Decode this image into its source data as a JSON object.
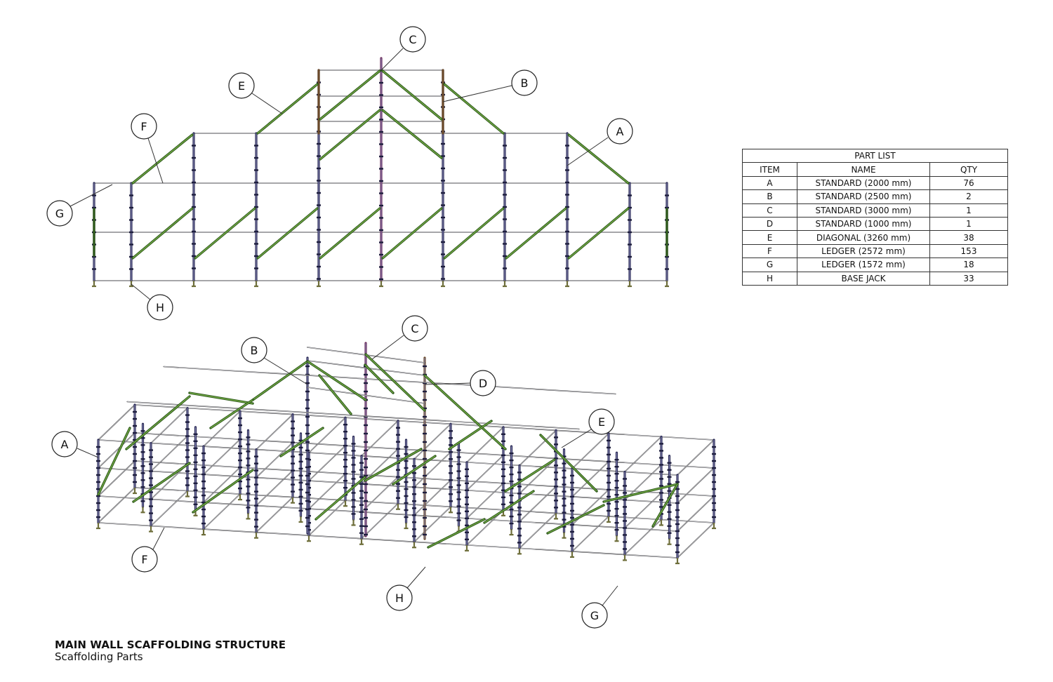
{
  "part_list": {
    "title": "PART LIST",
    "headers": [
      "ITEM",
      "NAME",
      "QTY"
    ],
    "rows": [
      {
        "item": "A",
        "name": "STANDARD (2000 mm)",
        "qty": "76"
      },
      {
        "item": "B",
        "name": "STANDARD (2500 mm)",
        "qty": "2"
      },
      {
        "item": "C",
        "name": "STANDARD (3000 mm)",
        "qty": "1"
      },
      {
        "item": "D",
        "name": "STANDARD (1000 mm)",
        "qty": "1"
      },
      {
        "item": "E",
        "name": "DIAGONAL (3260 mm)",
        "qty": "38"
      },
      {
        "item": "F",
        "name": "LEDGER (2572 mm)",
        "qty": "153"
      },
      {
        "item": "G",
        "name": "LEDGER (1572 mm)",
        "qty": "18"
      },
      {
        "item": "H",
        "name": "BASE JACK",
        "qty": "33"
      }
    ]
  },
  "front_view": {
    "balloons": [
      "C",
      "E",
      "B",
      "F",
      "A",
      "G",
      "H"
    ]
  },
  "iso_view": {
    "balloons": [
      "C",
      "B",
      "D",
      "A",
      "E",
      "F",
      "H",
      "G"
    ]
  },
  "title_block": {
    "title": "MAIN WALL SCAFFOLDING STRUCTURE",
    "subtitle": "Scaffolding Parts"
  },
  "colors": {
    "standard": "#2a2a55",
    "diagonal": "#2f5a1c",
    "ledger": "#444444"
  }
}
